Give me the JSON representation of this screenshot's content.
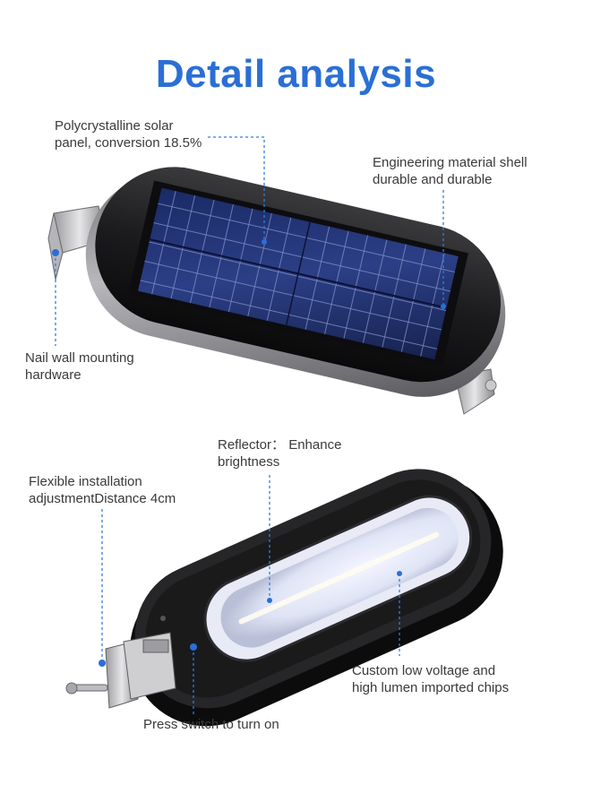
{
  "title": "Detail analysis",
  "colors": {
    "title": "#2a6fd6",
    "leader": "#2f7fd8"
  },
  "callouts": {
    "solar_panel": [
      "Polycrystalline solar",
      "panel, conversion 18.5%"
    ],
    "shell": [
      "Engineering material shell",
      "durable and durable"
    ],
    "mounting": [
      "Nail wall mounting",
      "hardware"
    ],
    "reflector": [
      "Reflector： Enhance",
      "brightness"
    ],
    "installation": [
      "Flexible installation",
      "adjustmentDistance 4cm"
    ],
    "chips": [
      "Custom low voltage and",
      "high lumen imported chips"
    ],
    "switch": [
      "Press switch to turn on"
    ]
  }
}
